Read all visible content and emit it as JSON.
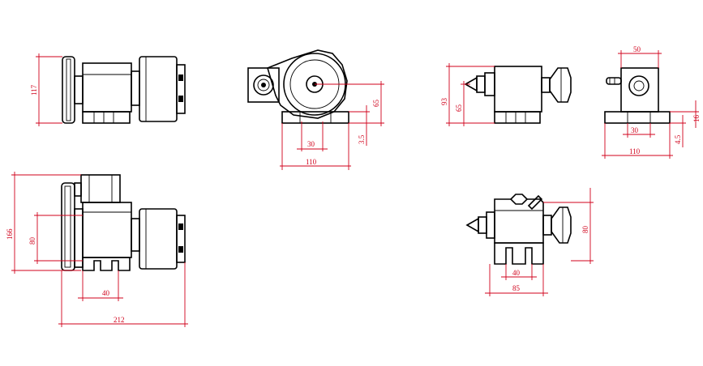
{
  "colors": {
    "line": "#000000",
    "dimension": "#d0021b",
    "background": "#ffffff"
  },
  "dimensions": {
    "v1_height": "117",
    "v2_width": "110",
    "v2_offset": "30",
    "v2_height": "65",
    "v2_base": "3.5",
    "v3_height_outer": "93",
    "v3_height_inner": "65",
    "v4_top": "50",
    "v4_width": "110",
    "v4_mid": "30",
    "v4_small": "4.5",
    "v4_side": "16",
    "v5_height": "166",
    "v5_inner": "80",
    "v5_slot": "40",
    "v5_length": "212",
    "v6_slot": "40",
    "v6_length": "85",
    "v6_height": "80"
  }
}
